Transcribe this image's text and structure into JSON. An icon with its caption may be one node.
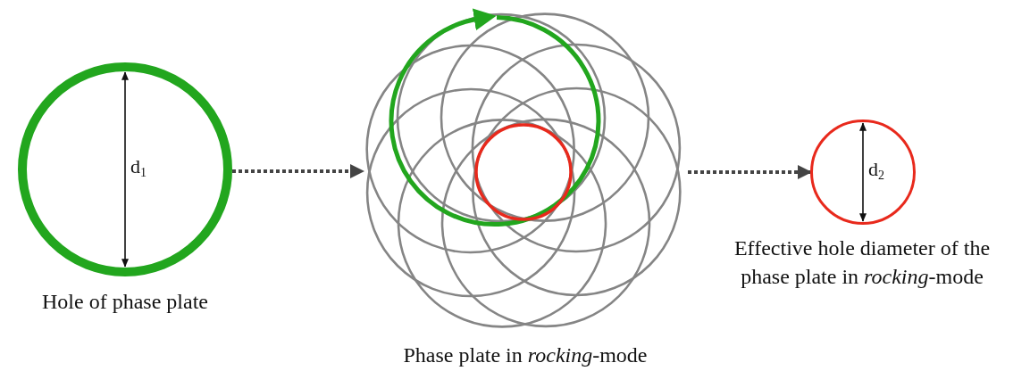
{
  "diagram": {
    "nodes": [
      {
        "text": [
          "d$_{1}$"
        ],
        "beside": [
          "Hole of phase plate"
        ]
      },
      {
        "text": [],
        "shape": "picture",
        "beside": [
          "Phase plate in *rocking*-mode"
        ]
      },
      {
        "text": [
          "d$_{2}$"
        ],
        "beside": [
          "Effective hole diameter of the phase plate in *rocking*-mode"
        ]
      }
    ],
    "edges": [
      {
        "from": 0,
        "to": 1,
        "arrow": "to",
        "style": "dashed"
      },
      {
        "from": 1,
        "to": 2,
        "arrow": "to",
        "style": "dashed"
      }
    ]
  }
}
